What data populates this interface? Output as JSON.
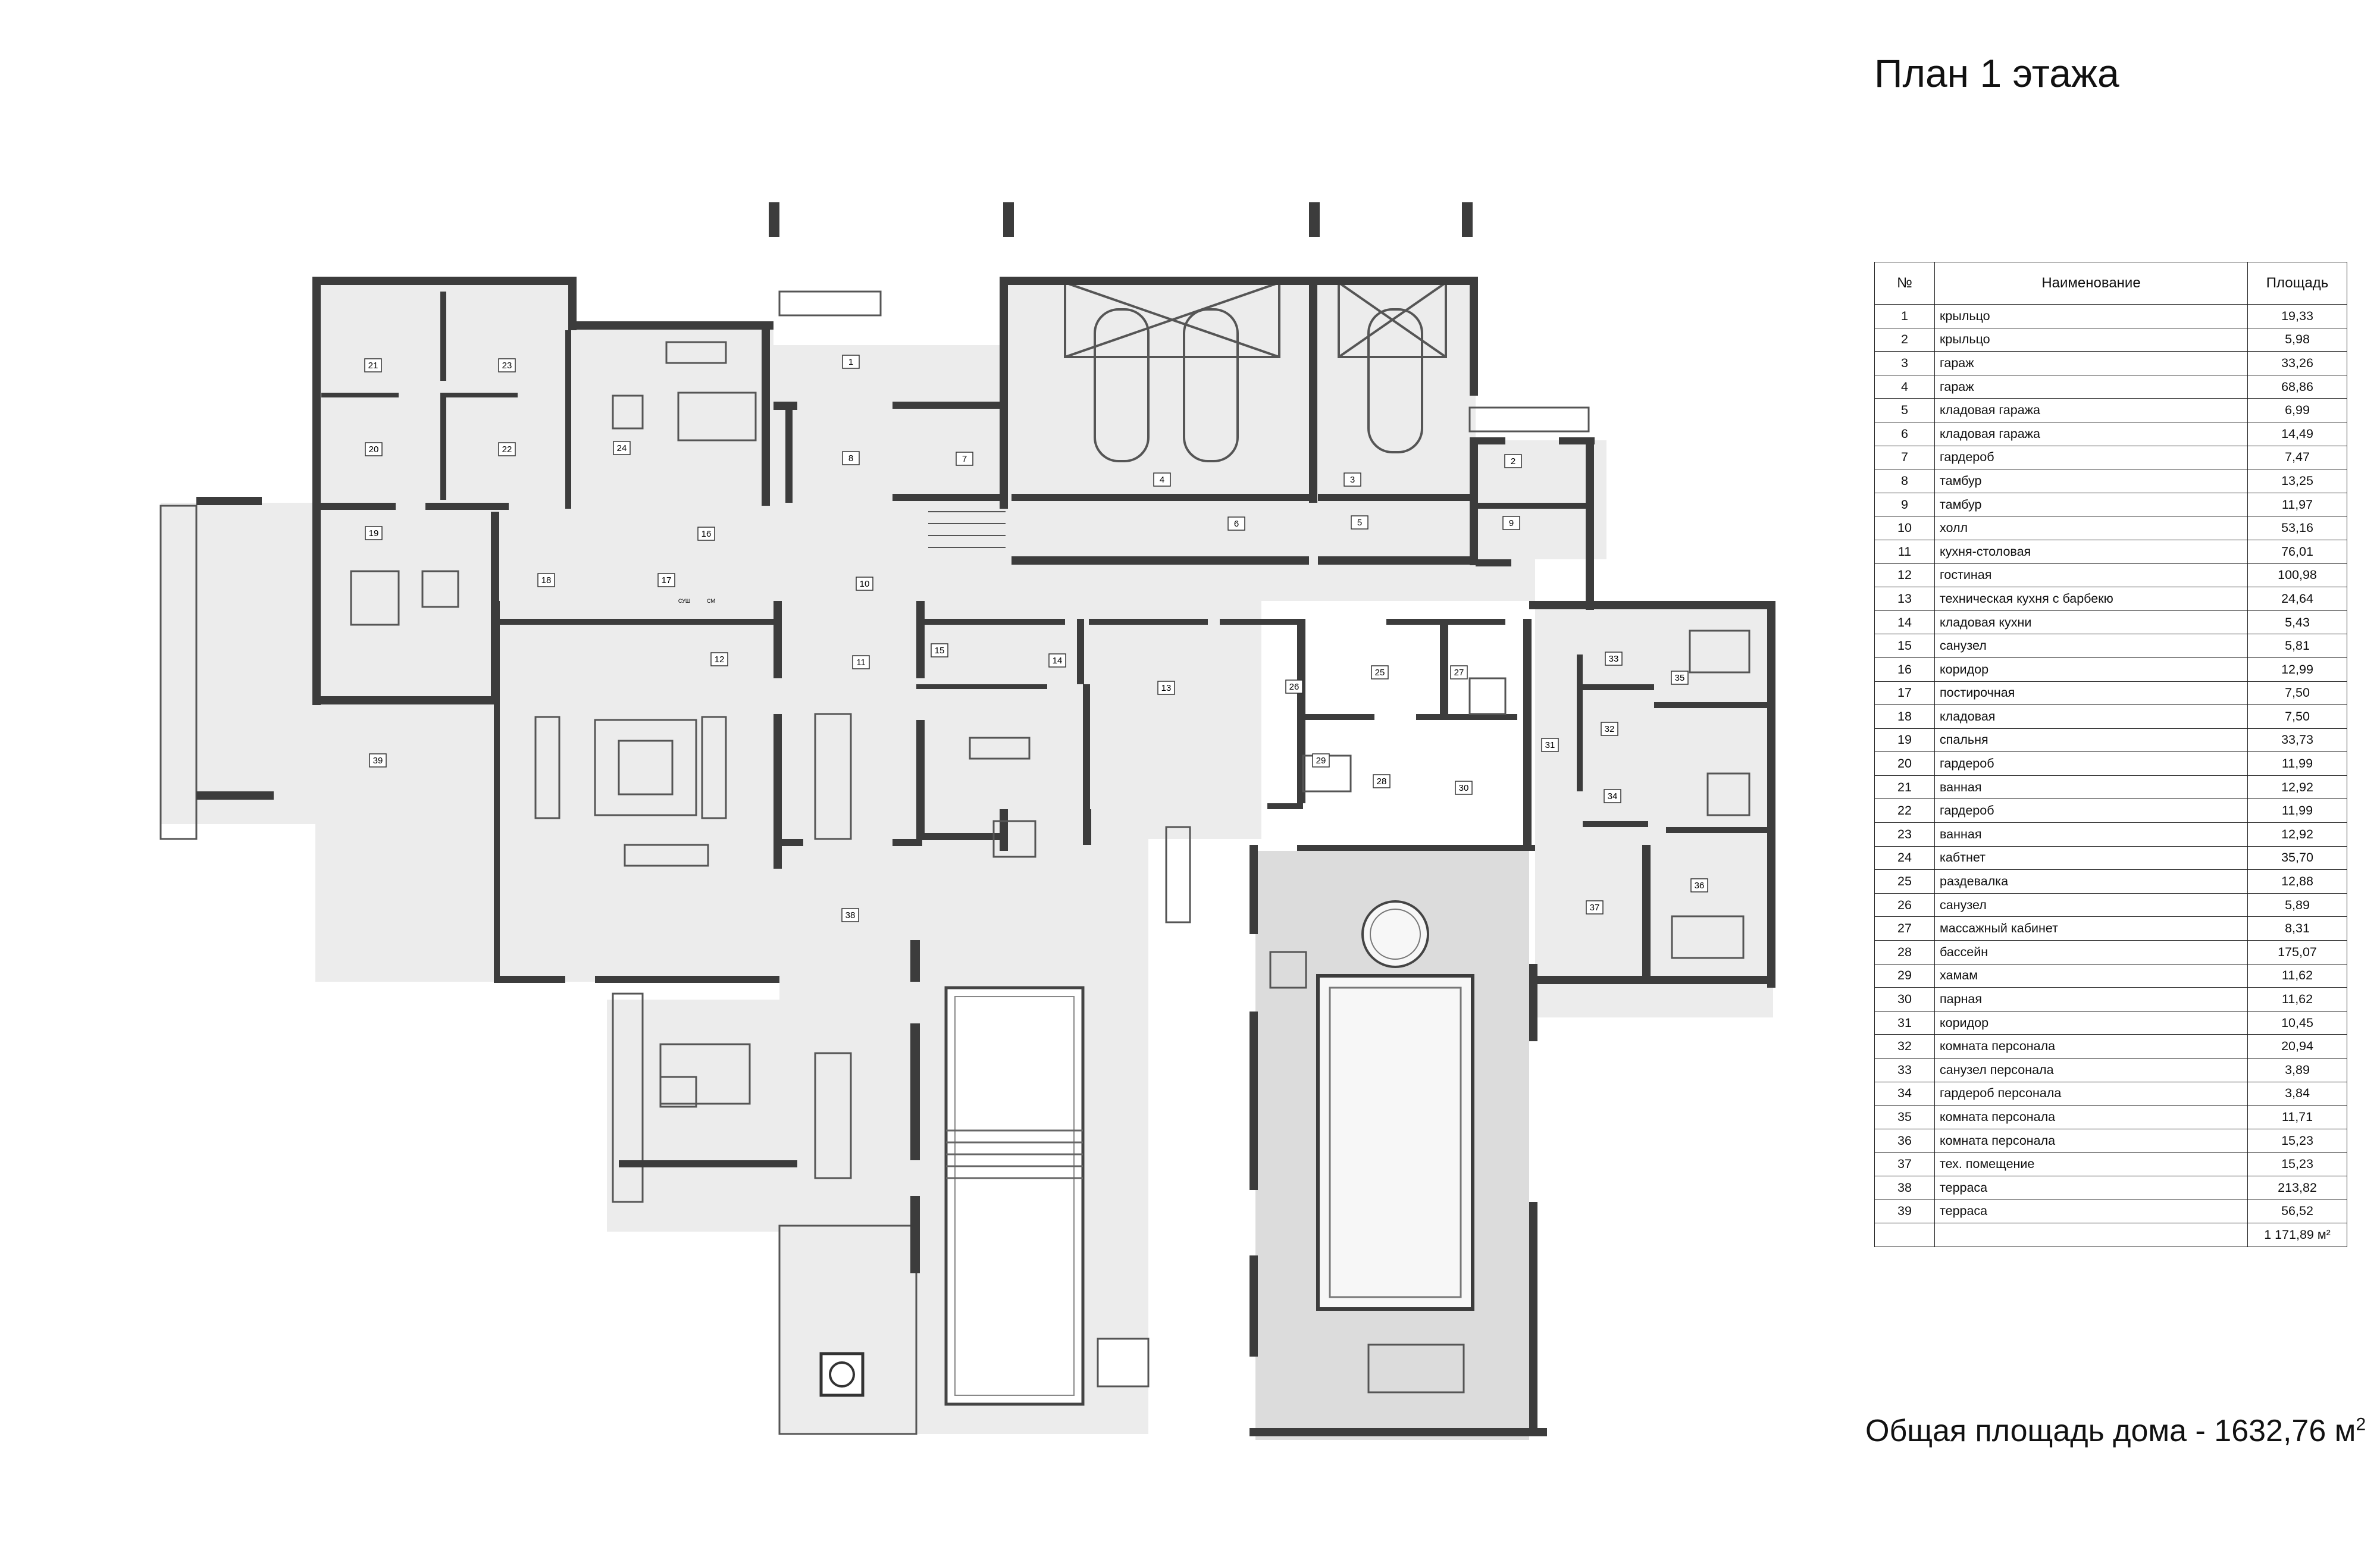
{
  "title": "План 1 этажа",
  "total": {
    "text": "Общая площадь дома - 1632,76 м",
    "sup": "2"
  },
  "table": {
    "headers": {
      "num": "№",
      "name": "Наименование",
      "area": "Площадь"
    },
    "rows": [
      {
        "num": "1",
        "name": "крыльцо",
        "area": "19,33"
      },
      {
        "num": "2",
        "name": "крыльцо",
        "area": "5,98"
      },
      {
        "num": "3",
        "name": "гараж",
        "area": "33,26"
      },
      {
        "num": "4",
        "name": "гараж",
        "area": "68,86"
      },
      {
        "num": "5",
        "name": "кладовая гаража",
        "area": "6,99"
      },
      {
        "num": "6",
        "name": "кладовая гаража",
        "area": "14,49"
      },
      {
        "num": "7",
        "name": "гардероб",
        "area": "7,47"
      },
      {
        "num": "8",
        "name": "тамбур",
        "area": "13,25"
      },
      {
        "num": "9",
        "name": "тамбур",
        "area": "11,97"
      },
      {
        "num": "10",
        "name": "холл",
        "area": "53,16"
      },
      {
        "num": "11",
        "name": "кухня-столовая",
        "area": "76,01"
      },
      {
        "num": "12",
        "name": "гостиная",
        "area": "100,98"
      },
      {
        "num": "13",
        "name": "техническая кухня с барбекю",
        "area": "24,64"
      },
      {
        "num": "14",
        "name": "кладовая кухни",
        "area": "5,43"
      },
      {
        "num": "15",
        "name": "санузел",
        "area": "5,81"
      },
      {
        "num": "16",
        "name": "коридор",
        "area": "12,99"
      },
      {
        "num": "17",
        "name": "постирочная",
        "area": "7,50"
      },
      {
        "num": "18",
        "name": "кладовая",
        "area": "7,50"
      },
      {
        "num": "19",
        "name": "спальня",
        "area": "33,73"
      },
      {
        "num": "20",
        "name": "гардероб",
        "area": "11,99"
      },
      {
        "num": "21",
        "name": "ванная",
        "area": "12,92"
      },
      {
        "num": "22",
        "name": "гардероб",
        "area": "11,99"
      },
      {
        "num": "23",
        "name": "ванная",
        "area": "12,92"
      },
      {
        "num": "24",
        "name": "кабтнет",
        "area": "35,70"
      },
      {
        "num": "25",
        "name": "раздевалка",
        "area": "12,88"
      },
      {
        "num": "26",
        "name": "санузел",
        "area": "5,89"
      },
      {
        "num": "27",
        "name": "массажный кабинет",
        "area": "8,31"
      },
      {
        "num": "28",
        "name": "бассейн",
        "area": "175,07"
      },
      {
        "num": "29",
        "name": "хамам",
        "area": "11,62"
      },
      {
        "num": "30",
        "name": "парная",
        "area": "11,62"
      },
      {
        "num": "31",
        "name": "коридор",
        "area": "10,45"
      },
      {
        "num": "32",
        "name": "комната персонала",
        "area": "20,94"
      },
      {
        "num": "33",
        "name": "санузел персонала",
        "area": "3,89"
      },
      {
        "num": "34",
        "name": "гардероб персонала",
        "area": "3,84"
      },
      {
        "num": "35",
        "name": "комната персонала",
        "area": "11,71"
      },
      {
        "num": "36",
        "name": "комната персонала",
        "area": "15,23"
      },
      {
        "num": "37",
        "name": "тех. помещение",
        "area": "15,23"
      },
      {
        "num": "38",
        "name": "терраса",
        "area": "213,82"
      },
      {
        "num": "39",
        "name": "терраса",
        "area": "56,52"
      }
    ],
    "total_area": "1 171,89 м²"
  },
  "plan_labels": [
    "1",
    "2",
    "3",
    "4",
    "5",
    "6",
    "7",
    "8",
    "9",
    "10",
    "11",
    "12",
    "13",
    "14",
    "15",
    "16",
    "17",
    "18",
    "19",
    "20",
    "21",
    "22",
    "23",
    "24",
    "25",
    "26",
    "27",
    "28",
    "29",
    "30",
    "31",
    "32",
    "33",
    "34",
    "35",
    "36",
    "37",
    "38",
    "39"
  ],
  "appliance_labels": [
    "СУШ",
    "СМ"
  ],
  "colors": {
    "wall": "#3c3c3c",
    "floor": "#ececec",
    "pool_floor": "#dcdcdc",
    "water": "#f7f7f7",
    "line": "#555555"
  }
}
